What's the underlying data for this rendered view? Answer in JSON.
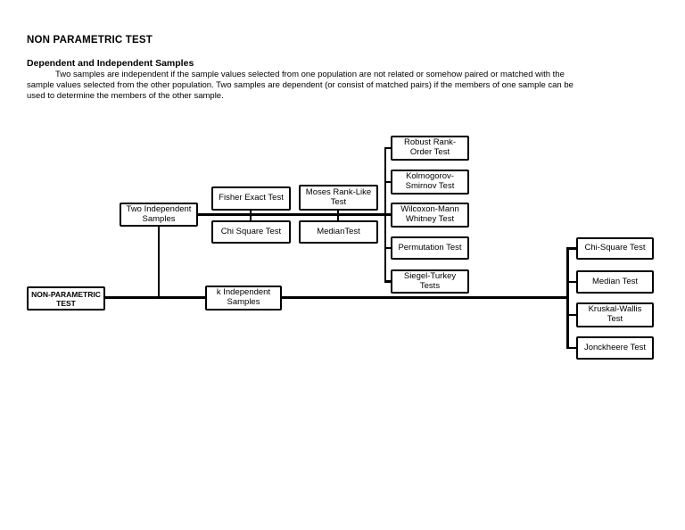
{
  "header": {
    "title": "NON PARAMETRIC TEST",
    "section_heading": "Dependent and Independent Samples",
    "paragraph_lines": [
      "Two samples are independent if the sample values selected from one population are not related or somehow paired or matched with the",
      "sample values selected from the other population. Two samples are dependent (or consist of matched pairs) if the members of one sample can be",
      "used to determine the members of the other sample."
    ]
  },
  "diagram": {
    "colors": {
      "line": "#000000",
      "box_border": "#000000",
      "box_background": "#ffffff",
      "text": "#000000"
    },
    "nodes": {
      "root": "NON-PARAMETRIC\nTEST",
      "two_independent": "Two Independent\nSamples",
      "k_independent": "k Independent\nSamples",
      "fisher_exact": "Fisher Exact Test",
      "chi_square_two": "Chi Square Test",
      "moses_rank_like": "Moses Rank-Like\nTest",
      "median_two": "MedianTest",
      "robust_rank_order": "Robust Rank-\nOrder Test",
      "kolmogorov_smirnov": "Kolmogorov-\nSmirnov Test",
      "wilcoxon_mann_whitney": "Wilcoxon-Mann\nWhitney Test",
      "permutation": "Permutation Test",
      "siegel_turkey": "Siegel-Turkey\nTests",
      "chi_square_k": "Chi-Square Test",
      "median_k": "Median Test",
      "kruskal_wallis": "Kruskal-Wallis\nTest",
      "jonckheere": "Jonckheere Test"
    }
  }
}
